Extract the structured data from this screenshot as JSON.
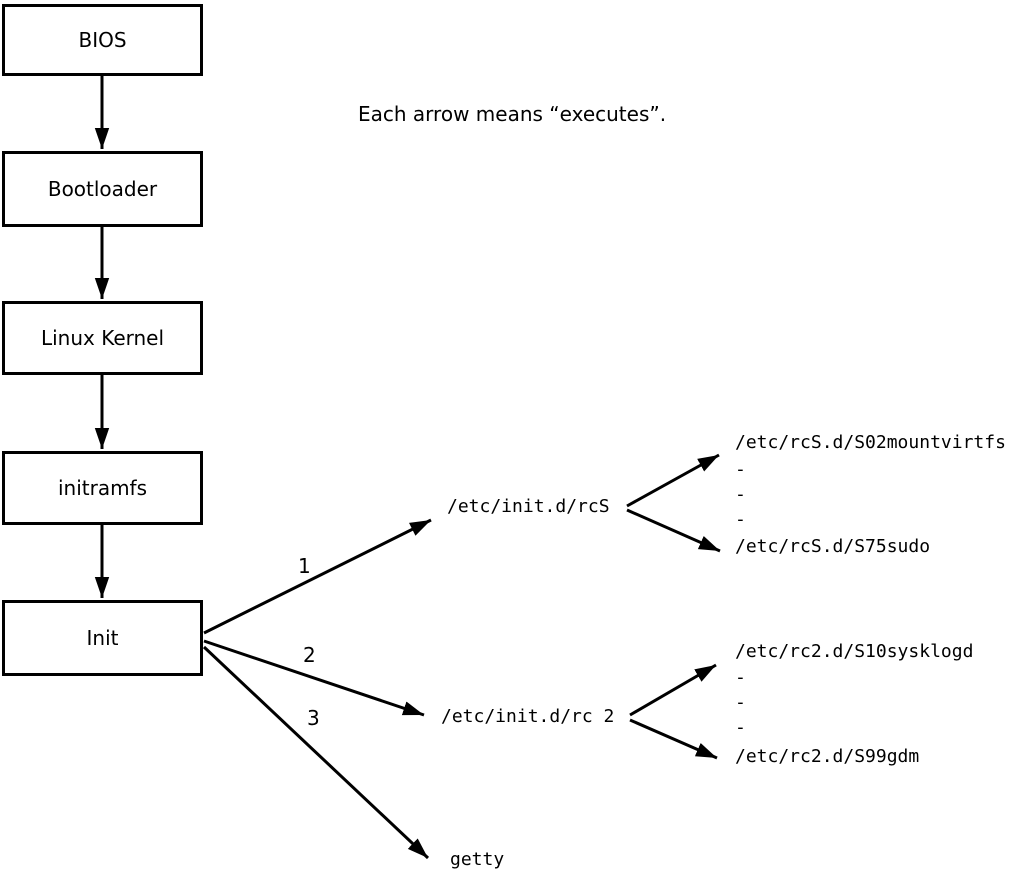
{
  "note": "Each arrow means “executes”.",
  "colors": {
    "ink": "#000000",
    "background": "#ffffff"
  },
  "boot_chain": [
    {
      "label": "BIOS"
    },
    {
      "label": "Bootloader"
    },
    {
      "label": "Linux Kernel"
    },
    {
      "label": "initramfs"
    },
    {
      "label": "Init"
    }
  ],
  "init_fan": [
    {
      "order": "1",
      "target": "/etc/init.d/rcS"
    },
    {
      "order": "2",
      "target": "/etc/init.d/rc 2"
    },
    {
      "order": "3",
      "target": "getty"
    }
  ],
  "rcS_scripts": [
    "/etc/rcS.d/S02mountvirtfs",
    "-",
    "-",
    "-",
    "/etc/rcS.d/S75sudo"
  ],
  "rc2_scripts": [
    "/etc/rc2.d/S10sysklogd",
    "-",
    "-",
    "-",
    "/etc/rc2.d/S99gdm"
  ]
}
